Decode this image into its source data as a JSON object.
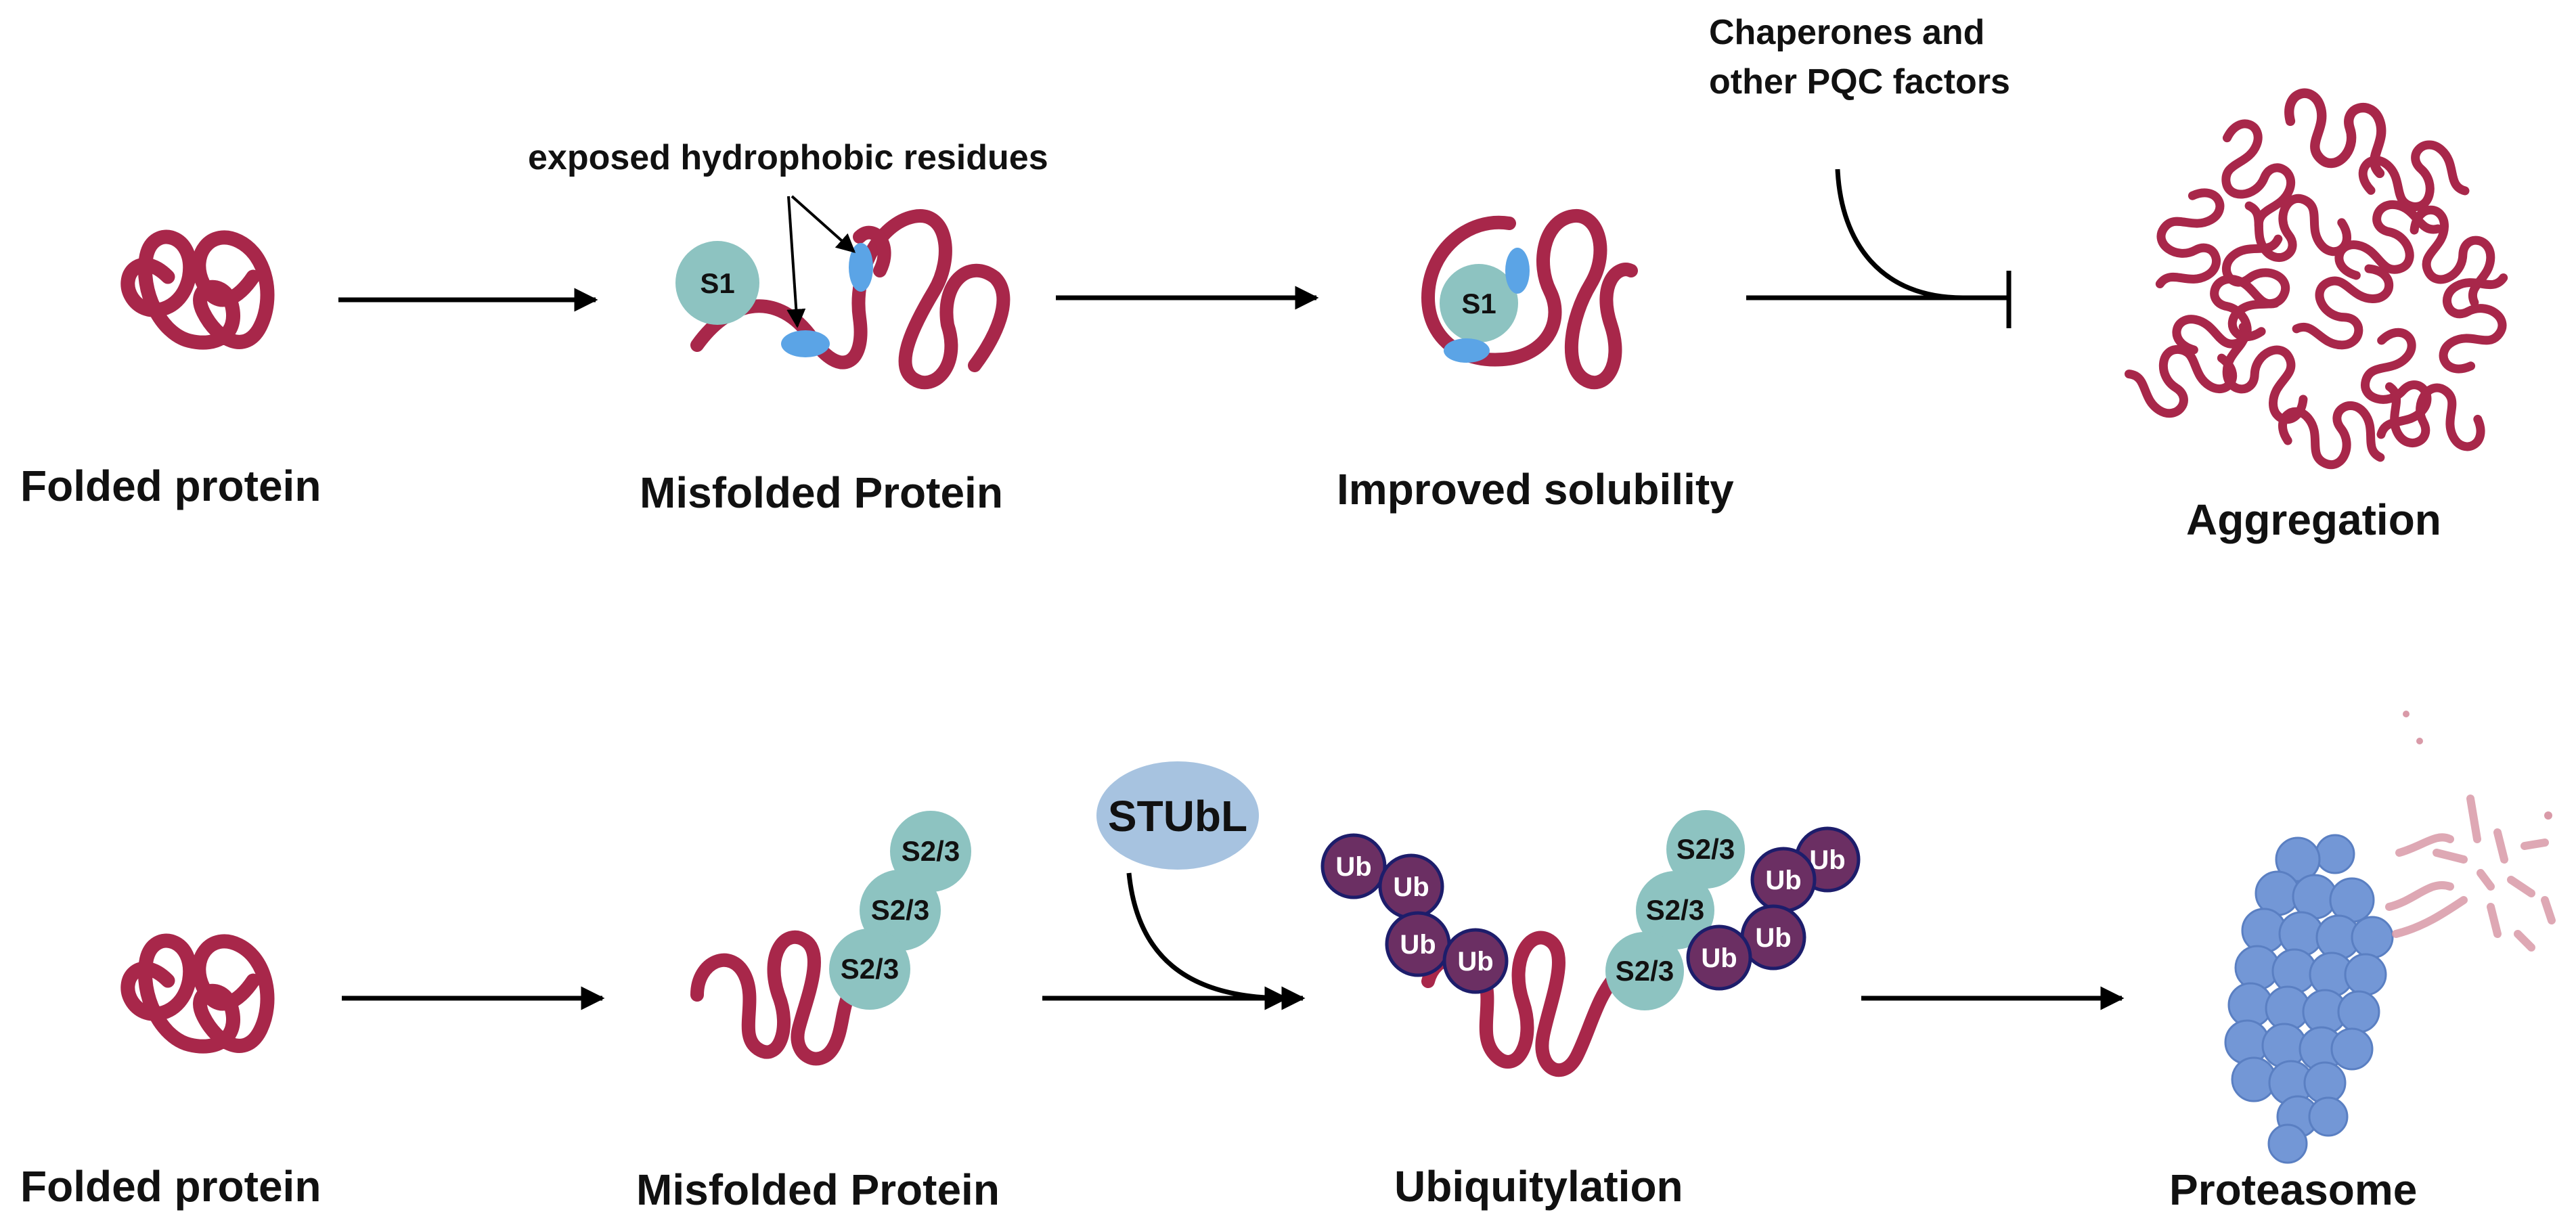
{
  "top_row": {
    "folded_label": "Folded protein",
    "misfolded_label": "Misfolded Protein",
    "hydrophobic_label": "exposed hydrophobic residues",
    "sumo_bead": "S1",
    "improved_label": "Improved solubility",
    "chaperone_label_line1": "Chaperones and",
    "chaperone_label_line2": "other PQC factors",
    "aggregation_label": "Aggregation"
  },
  "bottom_row": {
    "folded_label": "Folded protein",
    "misfolded_label": "Misfolded Protein",
    "sumo_chain_bead": "S2/3",
    "stubl_label": "STUbL",
    "ubiquitin_bead": "Ub",
    "ubiquitylation_label": "Ubiquitylation",
    "proteasome_label": "Proteasome"
  },
  "colors": {
    "protein": "#a8274a",
    "sumo": "#8dc3c1",
    "hydrophobic_patch": "#5ba4e6",
    "stubl": "#a7c3e0",
    "ubiquitin": "#6b2f63",
    "ubiquitin_outline": "#1d1d6b",
    "proteasome": "#7397d6"
  }
}
